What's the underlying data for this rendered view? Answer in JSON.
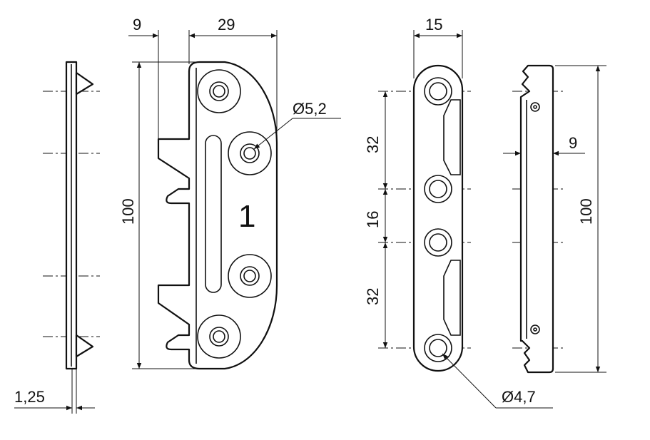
{
  "drawing": {
    "view_side_left": {
      "thickness_label": "1,25"
    },
    "view_plate": {
      "offset_label": "9",
      "width_label": "29",
      "height_label": "100",
      "hole_label": "Ø5,2",
      "part_number": "1"
    },
    "view_strip_front": {
      "width_label": "15",
      "spacing_top_label": "32",
      "spacing_mid_label": "16",
      "spacing_bottom_label": "32",
      "hole_label": "Ø4,7"
    },
    "view_strip_side": {
      "depth_label": "9",
      "height_label": "100"
    }
  }
}
